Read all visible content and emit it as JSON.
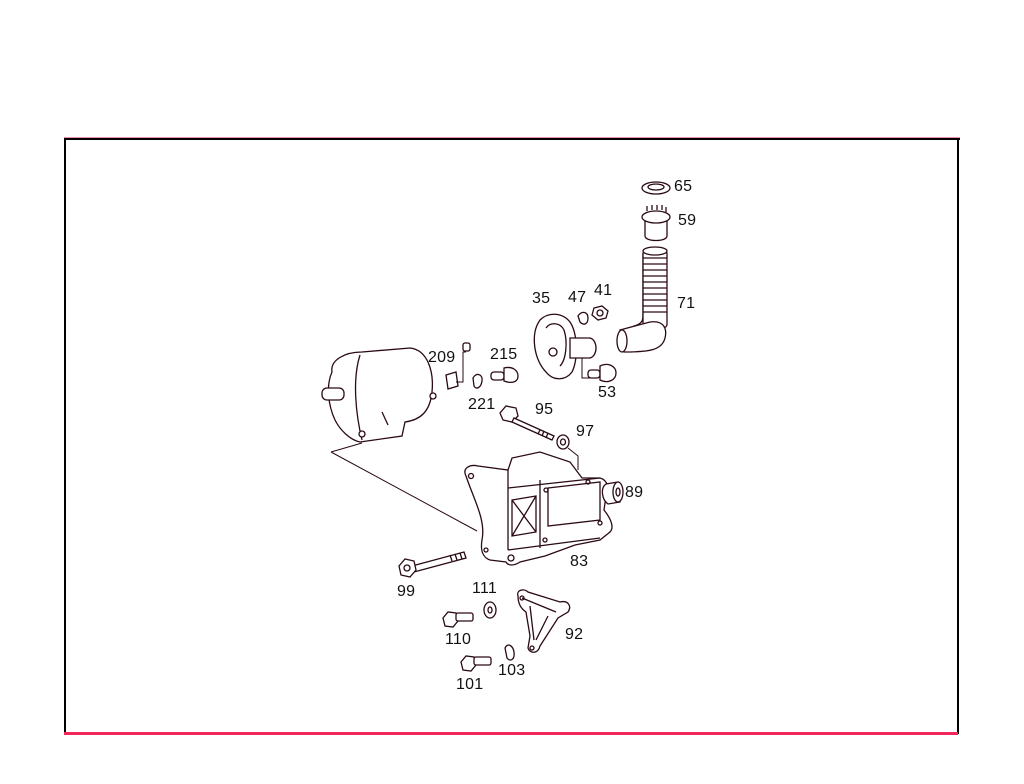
{
  "diagram": {
    "type": "exploded parts diagram",
    "frame": {
      "border_color": "#000000",
      "bottom_accent_color": "#f2255c",
      "top_accent_color": "#e98aa8"
    },
    "line_color": "#2a0a14",
    "parts": [
      {
        "number": "65",
        "name": "seal-ring"
      },
      {
        "number": "59",
        "name": "fitting-cap"
      },
      {
        "number": "71",
        "name": "corrugated-elbow-hose"
      },
      {
        "number": "35",
        "name": "end-cover"
      },
      {
        "number": "47",
        "name": "washer"
      },
      {
        "number": "41",
        "name": "nut"
      },
      {
        "number": "53",
        "name": "bolt"
      },
      {
        "number": "209",
        "name": "terminal-clip"
      },
      {
        "number": "215",
        "name": "bolt"
      },
      {
        "number": "221",
        "name": "washer"
      },
      {
        "number": "95",
        "name": "long-bolt"
      },
      {
        "number": "97",
        "name": "washer"
      },
      {
        "number": "89",
        "name": "bushing"
      },
      {
        "number": "83",
        "name": "mounting-bracket"
      },
      {
        "number": "99",
        "name": "long-bolt"
      },
      {
        "number": "111",
        "name": "washer"
      },
      {
        "number": "110",
        "name": "bolt"
      },
      {
        "number": "92",
        "name": "support-bracket"
      },
      {
        "number": "101",
        "name": "bolt"
      },
      {
        "number": "103",
        "name": "washer"
      }
    ]
  }
}
